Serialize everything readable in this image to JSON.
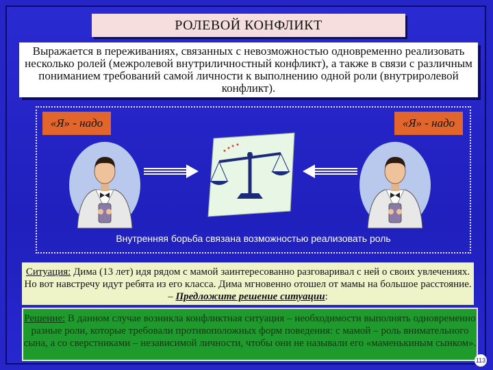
{
  "title": "РОЛЕВОЙ КОНФЛИКТ",
  "definition": "Выражается в переживаниях, связанных с невозможностью одновременно реализовать несколько ролей (межролевой внутриличностный конфликт), а также в связи с различным пониманием требований самой личности к выполнению одной роли (внутриролевой конфликт).",
  "tags": {
    "left": "«Я» - надо",
    "right": "«Я» - надо"
  },
  "caption": "Внутренняя борьба связана возможностью реализовать роль",
  "situation": {
    "label": "Ситуация:",
    "text": " Дима (13 лет) идя рядом с мамой заинтересованно разговаривал с ней о своих увлечениях. Но вот навстречу идут ребята из его класса. Дима мгновенно отошел от мамы на большое расстояние. – ",
    "task": "Предложите решение ситуации",
    "end": ":"
  },
  "solution": {
    "label": "Решение:",
    "text": " В данном случае возникла конфликтная ситуация – необходимости выполнять одновременно разные роли, которые требовали противоположных форм поведения: с мамой – роль внимательного сына, а со сверстниками – независимой личности, чтобы они не называли его «маменькиным сынком»."
  },
  "slide_number": "113",
  "colors": {
    "background": "#2525c8",
    "title_bg": "#f6dede",
    "tag_bg": "#e2652b",
    "situation_bg": "#eef3c8",
    "solution_bg": "#1f9a2c"
  },
  "icons": {
    "left_person": "man-in-tuxedo-icon",
    "right_person": "man-in-tuxedo-icon",
    "center": "balance-scales-icon",
    "arrows": "arrow-right-icon"
  }
}
